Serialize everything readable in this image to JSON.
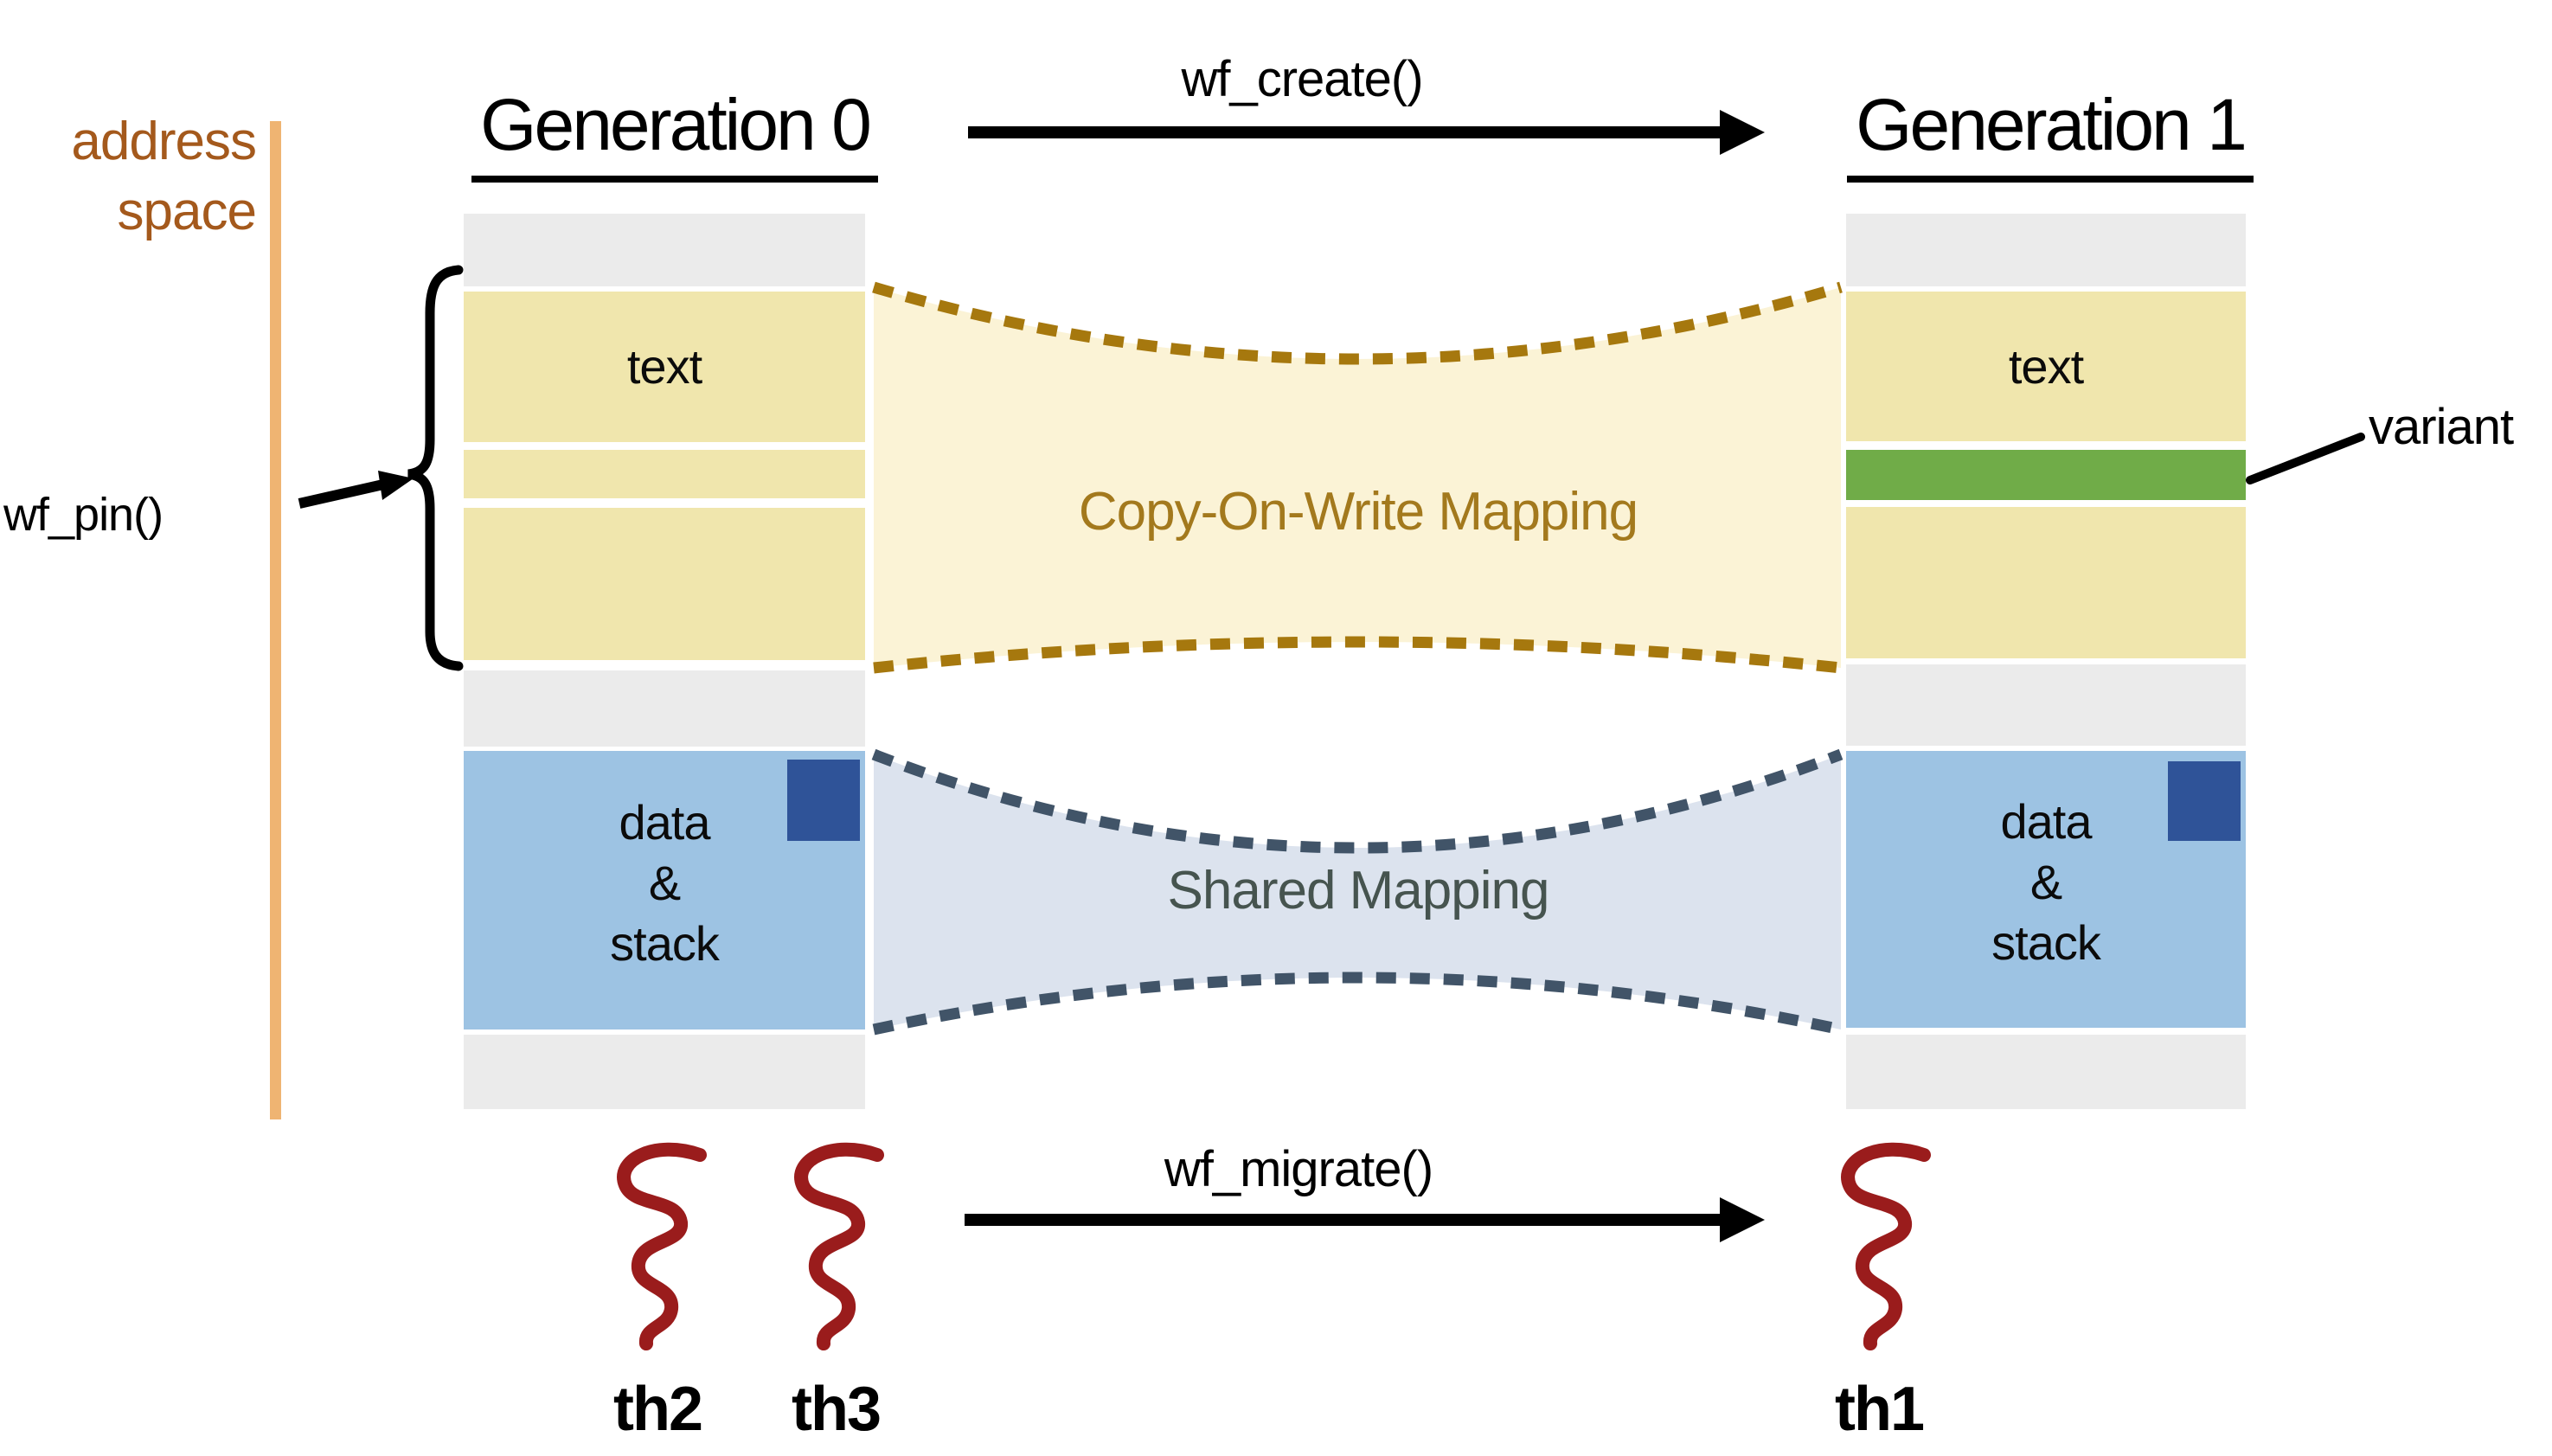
{
  "header": {
    "gen0_title": "Generation 0",
    "gen1_title": "Generation 1",
    "create_fn": "wf_create()"
  },
  "left_side": {
    "axis_label_line1": "address",
    "axis_label_line2": "space",
    "pin_fn": "wf_pin()"
  },
  "gen0": {
    "text_label": "text",
    "data_label": "data",
    "amp_label": "&",
    "stack_label": "stack"
  },
  "gen1": {
    "text_label": "text",
    "data_label": "data",
    "amp_label": "&",
    "stack_label": "stack"
  },
  "regions": {
    "cow_label": "Copy-On-Write Mapping",
    "shared_label": "Shared Mapping"
  },
  "annotations": {
    "variant_label": "variant",
    "migrate_fn": "wf_migrate()",
    "th2": "th2",
    "th3": "th3",
    "th1": "th1"
  },
  "colors": {
    "ink": "#111111",
    "yellow": "#F0E6AD",
    "cream": "#FBF3D6",
    "gold-dash": "#A6780E",
    "gold-text": "#A3791D",
    "green": "#70AC48",
    "blue": "#9DC3E3",
    "dark-blue": "#2F5398",
    "gray": "#EBEBEB",
    "shared-fill": "#DCE3EE",
    "slate-dash": "#415468",
    "slate-text": "#46544F",
    "orange": "#EFB472",
    "brown": "#A4591C",
    "red": "#9A1C1C"
  }
}
